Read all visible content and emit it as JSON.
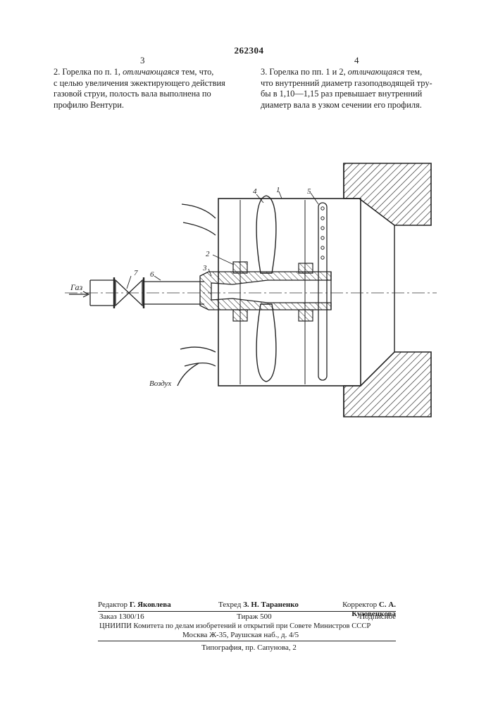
{
  "patent_number": "262304",
  "columns": {
    "left_number": "3",
    "right_number": "4"
  },
  "claims": {
    "claim2": {
      "line1_a": "2. Горелка по п. 1, ",
      "line1_em": "отличающаяся",
      "line1_b": " тем, что,",
      "line2": "с целью увеличения эжектирующего действия",
      "line3": "газовой струи, полость вала выполнена по",
      "line4": "профилю Вентури."
    },
    "claim3": {
      "line1_a": "3. Горелка по пп. 1 и 2, ",
      "line1_em": "отличающаяся",
      "line1_b": " тем,",
      "line2": "что внутренний диаметр газоподводящей тру-",
      "line3": "бы в 1,10—1,15 раз превышает внутренний",
      "line4": "диаметр вала в узком сечении его профиля."
    }
  },
  "figure": {
    "gas_label": "Газ",
    "air_label": "Воздух",
    "part_labels": {
      "p1": "1",
      "p2": "2",
      "p3": "3",
      "p4": "4",
      "p5": "5",
      "p6": "6",
      "p7": "7"
    }
  },
  "imprint": {
    "editor_label": "Редактор",
    "editor_name": "Г. Яковлева",
    "techred_label": "Техред",
    "techred_name": "З. Н. Тараненко",
    "corrector_label": "Корректор",
    "corrector_name": "С. А. Кузовенкова",
    "order": "Заказ 1300/16",
    "circulation": "Тираж 500",
    "subscription": "Подписное",
    "institute": "ЦНИИПИ Комитета по делам изобретений и открытий при Совете Министров СССР",
    "address": "Москва Ж-35, Раушская наб., д. 4/5",
    "printer": "Типография, пр. Сапунова, 2"
  }
}
